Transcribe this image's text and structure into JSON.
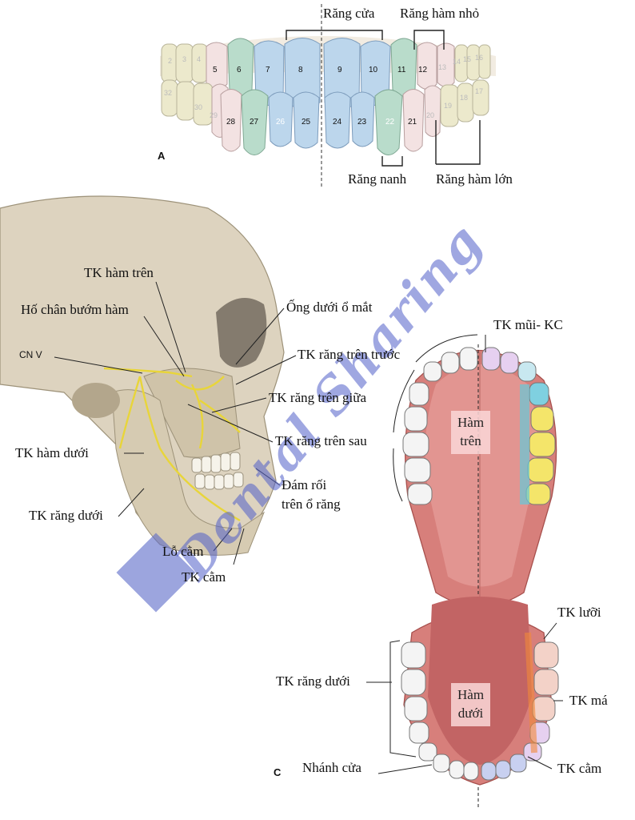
{
  "panel_a": {
    "letter": "A",
    "labels": {
      "rang_cua": "Răng cửa",
      "rang_ham_nho": "Răng hàm nhỏ",
      "rang_nanh": "Răng nanh",
      "rang_ham_lon": "Răng hàm lớn"
    },
    "upper_teeth": [
      "5",
      "6",
      "7",
      "8",
      "9",
      "10",
      "11",
      "12",
      "13",
      "14",
      "15",
      "16"
    ],
    "lower_teeth": [
      "28",
      "27",
      "26",
      "25",
      "24",
      "23",
      "22",
      "21",
      "20",
      "19",
      "18",
      "17"
    ],
    "faint_left": [
      "32",
      "30",
      "29",
      "2",
      "3",
      "4"
    ]
  },
  "panel_b": {
    "labels": {
      "tk_ham_tren": "TK hàm trên",
      "ho_chan_buom_ham": "Hố chân bướm hàm",
      "cn_v": "CN V",
      "tk_ham_duoi": "TK hàm dưới",
      "tk_rang_duoi": "TK răng dưới",
      "lo_cam": "Lỗ cằm",
      "tk_cam": "TK cằm",
      "ong_duoi_o_mat": "Ống dưới ổ mắt",
      "tk_rang_tren_truoc": "TK răng trên trước",
      "tk_rang_tren_giua": "TK răng trên giữa",
      "tk_rang_tren_sau": "TK răng trên sau",
      "dam_roi_line1": "Đám rối",
      "dam_roi_line2": "trên ổ răng"
    }
  },
  "panel_c": {
    "letter": "C",
    "labels": {
      "tk_mui_kc": "TK mũi- KC",
      "ham_tren_1": "Hàm",
      "ham_tren_2": "trên",
      "ham_duoi_1": "Hàm",
      "ham_duoi_2": "dưới",
      "tk_luoi": "TK lưỡi",
      "tk_ma": "TK má",
      "tk_cam": "TK cằm",
      "tk_rang_duoi": "TK răng dưới",
      "nhanh_cua": "Nhánh cửa"
    }
  },
  "watermark": "Dental Sharing",
  "colors": {
    "incisor": "#bcd6ec",
    "canine": "#b9dccb",
    "premolar": "#f3e2e2",
    "molar": "#ece9cc",
    "bone": "#ddd3bf",
    "gum": "#d77f7b",
    "nerve": "#e8d53a",
    "watermark": "#5060c8"
  }
}
